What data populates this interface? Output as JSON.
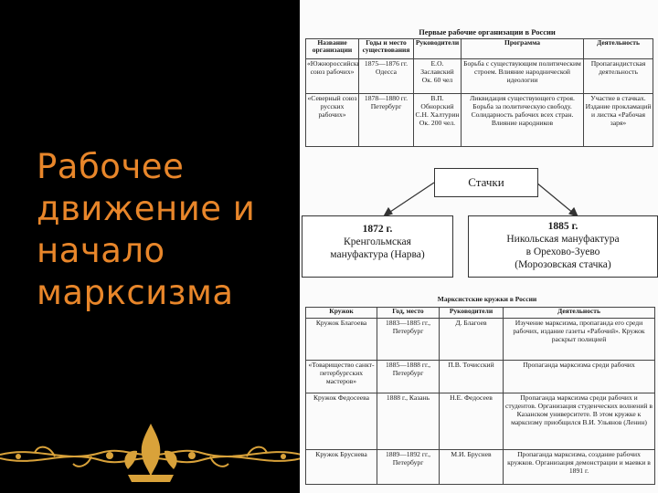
{
  "title_lines": [
    "Рабочее",
    "движение и",
    "начало",
    "марксизма"
  ],
  "colors": {
    "title": "#e8862a",
    "ornament": "#d9a23a",
    "background": "#000000"
  },
  "table1": {
    "caption": "Первые рабочие организации в России",
    "headers": [
      "Название организации",
      "Годы и место существования",
      "Руководители",
      "Программа",
      "Деятельность"
    ],
    "rows": [
      [
        "«Южнороссийский союз рабочих»",
        "1875—1876 гг. Одесса",
        "Е.О. Заславский Ок. 60 чел",
        "Борьба с существующим политическим строем. Влияние народнической идеологии",
        "Пропагандистская деятельность"
      ],
      [
        "«Северный союз русских рабочих»",
        "1878—1880 гг. Петербург",
        "В.П. Обнорский С.Н. Халтурин Ок. 200 чел.",
        "Ликвидация существующего строя. Борьба за политическую свободу. Солидарность рабочих всех стран. Влияние народников",
        "Участие в стачках. Издание прокламаций и листка «Рабочая заря»"
      ]
    ]
  },
  "strikes": {
    "center": "Стачки",
    "left": {
      "year": "1872 г.",
      "lines": [
        "Кренгольмская",
        "мануфактура (Нарва)"
      ]
    },
    "right": {
      "year": "1885 г.",
      "lines": [
        "Никольская мануфактура",
        "в Орехово-Зуево",
        "(Морозовская стачка)"
      ]
    }
  },
  "table2": {
    "caption": "Марксистские кружки в России",
    "headers": [
      "Кружок",
      "Год, место",
      "Руководители",
      "Деятельность"
    ],
    "rows": [
      [
        "Кружок Благоева",
        "1883—1885 гг., Петербург",
        "Д. Благоев",
        "Изучение марксизма, пропаганда его среди рабочих, издание газеты «Рабочий». Кружок раскрыт полицией"
      ],
      [
        "«Товарищество санкт-петербургских мастеров»",
        "1885—1888 гг., Петербург",
        "П.В. Точисский",
        "Пропаганда марксизма среди рабочих"
      ],
      [
        "Кружок Федосеева",
        "1888 г., Казань",
        "Н.Е. Федосеев",
        "Пропаганда марксизма среди рабочих и студентов. Организация студенческих волнений в Казанском университете. В этом кружке к марксизму приобщился В.И. Ульянов (Ленин)"
      ],
      [
        "Кружок Бруснева",
        "1889—1892 гг., Петербург",
        "М.И. Бруснев",
        "Пропаганда марксизма, создание рабочих кружков. Организация демонстрации и маевки в 1891 г."
      ]
    ]
  }
}
